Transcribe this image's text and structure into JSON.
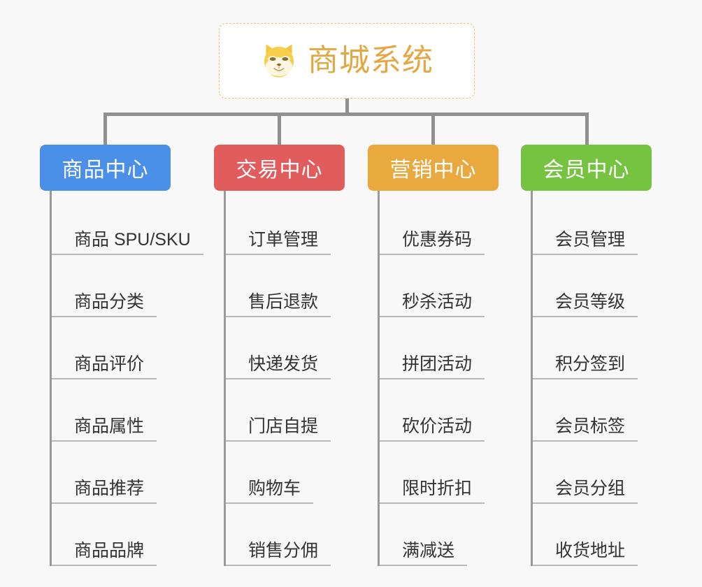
{
  "diagram": {
    "type": "org-chart",
    "background_color": "#f8f8f8",
    "root": {
      "title": "商城系统",
      "icon": "shiba-dog-icon",
      "text_color": "#e3a844",
      "border_color": "#efc06a",
      "background_color": "#ffffff"
    },
    "connector_color": "#909090",
    "columns": [
      {
        "id": "product-center",
        "label": "商品中心",
        "color": "#4a90e8",
        "items": [
          "商品 SPU/SKU",
          "商品分类",
          "商品评价",
          "商品属性",
          "商品推荐",
          "商品品牌"
        ]
      },
      {
        "id": "trade-center",
        "label": "交易中心",
        "color": "#e15c5c",
        "items": [
          "订单管理",
          "售后退款",
          "快递发货",
          "门店自提",
          "购物车",
          "销售分佣"
        ]
      },
      {
        "id": "marketing-center",
        "label": "营销中心",
        "color": "#eaa93e",
        "items": [
          "优惠券码",
          "秒杀活动",
          "拼团活动",
          "砍价活动",
          "限时折扣",
          "满减送"
        ]
      },
      {
        "id": "member-center",
        "label": "会员中心",
        "color": "#76c342",
        "items": [
          "会员管理",
          "会员等级",
          "积分签到",
          "会员标签",
          "会员分组",
          "收货地址"
        ]
      }
    ]
  }
}
